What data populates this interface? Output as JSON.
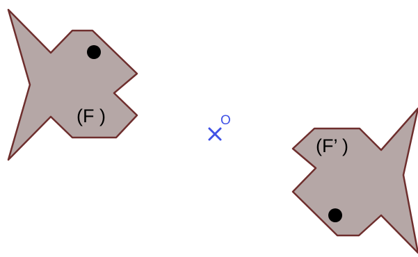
{
  "figure": {
    "colors": {
      "fish_fill": "#b5a7a6",
      "fish_stroke": "#6e2e2d",
      "eye": "#000000",
      "label_text": "#000000",
      "center_point": "#3f51e6"
    },
    "center": {
      "label": "O",
      "marker": "cross-icon"
    },
    "fish_original": {
      "label": "(F )"
    },
    "fish_image": {
      "label": "(F’ )"
    }
  }
}
